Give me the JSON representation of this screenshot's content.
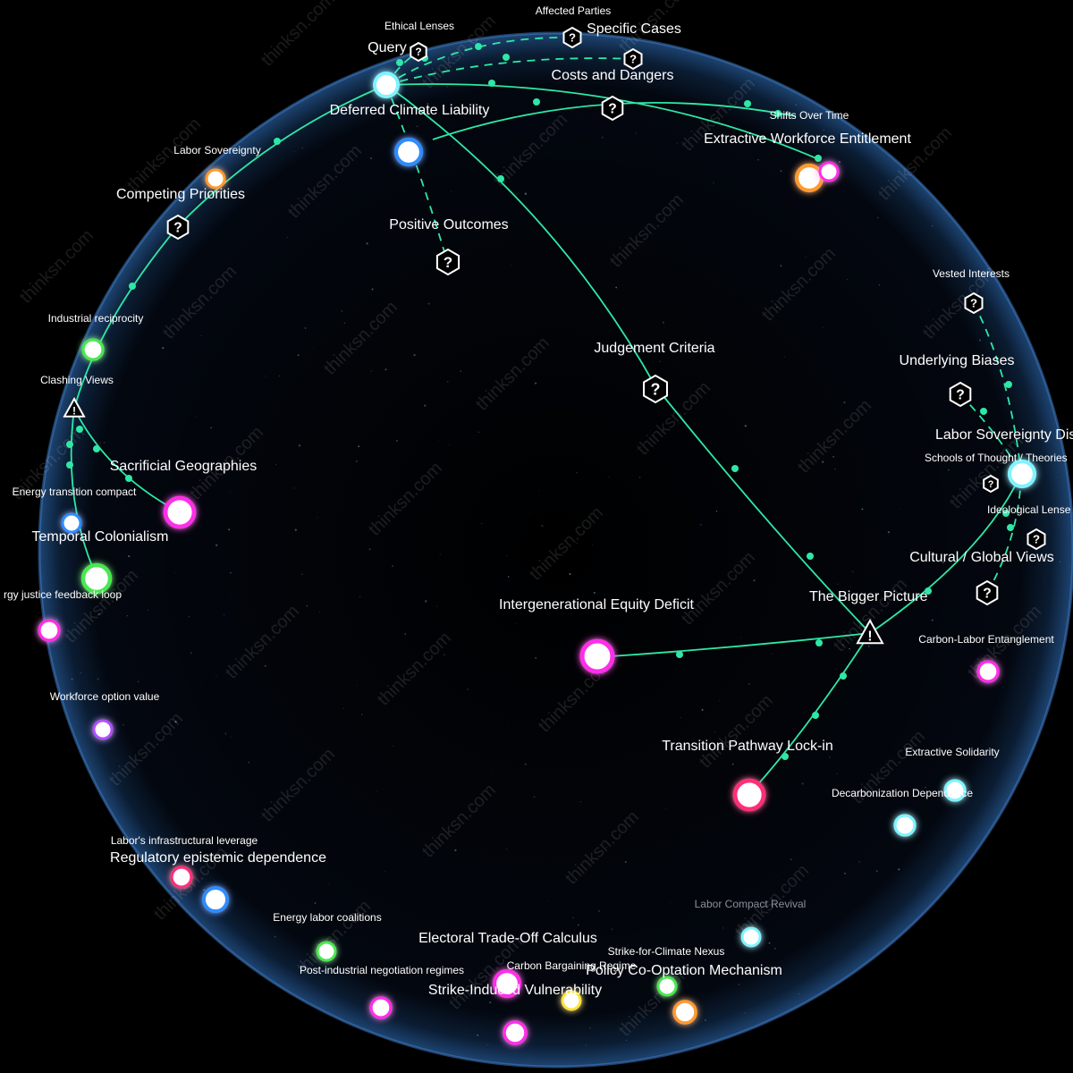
{
  "watermark": "thinksn.com",
  "colors": {
    "background": "#000000",
    "edge": "#2ee8a6",
    "sphere_rim": "#3f7cc4",
    "node_cyan": "#7ff3ff",
    "node_blue": "#2f8cff",
    "node_magenta": "#ff2fe8",
    "node_pink": "#ff2f7a",
    "node_orange": "#ff9a2f",
    "node_green": "#49e84f",
    "node_purple": "#b04fff",
    "node_yellow": "#ffe22f"
  },
  "labels": {
    "ethical_lenses": "Ethical Lenses",
    "affected_parties": "Affected Parties",
    "query": "Query",
    "specific_cases": "Specific Cases",
    "costs_and_dangers": "Costs and Dangers",
    "deferred_climate_liability": "Deferred Climate Liability",
    "shifts_over_time": "Shifts Over Time",
    "extractive_workforce_entitlement": "Extractive Workforce Entitlement",
    "labor_sovereignty": "Labor Sovereignty",
    "competing_priorities": "Competing Priorities",
    "positive_outcomes": "Positive Outcomes",
    "industrial_reciprocity": "Industrial reciprocity",
    "clashing_views": "Clashing Views",
    "sacrificial_geographies": "Sacrificial Geographies",
    "energy_transition_compact": "Energy transition compact",
    "temporal_colonialism": "Temporal Colonialism",
    "energy_justice_feedback_loop": "rgy justice feedback loop",
    "workforce_option_value": "Workforce option value",
    "judgement_criteria": "Judgement Criteria",
    "vested_interests": "Vested Interests",
    "underlying_biases": "Underlying Biases",
    "labor_sovereignty_disto": "Labor Sovereignty Disto",
    "schools_of_thought": "Schools of Thought / Theories",
    "ideological_lenses": "Ideological Lense",
    "cultural_global_views": "Cultural / Global Views",
    "the_bigger_picture": "The Bigger Picture",
    "intergenerational_equity_deficit": "Intergenerational Equity Deficit",
    "carbon_labor_entanglement": "Carbon-Labor Entanglement",
    "transition_pathway_lock_in": "Transition Pathway Lock-in",
    "extractive_solidarity": "Extractive Solidarity",
    "decarbonization_dependence": "Decarbonization Dependence",
    "labors_infrastructural_leverage": "Labor's infrastructural leverage",
    "regulatory_epistemic_dependence": "Regulatory epistemic dependence",
    "energy_labor_coalitions": "Energy labor coalitions",
    "electoral_trade_off_calculus": "Electoral Trade-Off Calculus",
    "labor_compact_revival": "Labor Compact Revival",
    "strike_for_climate_nexus": "Strike-for-Climate Nexus",
    "post_industrial_negotiation_regimes": "Post-industrial negotiation regimes",
    "carbon_bargaining_regime": "Carbon Bargaining Regime",
    "policy_co_optation_mechanism": "Policy Co-Optation Mechanism",
    "strike_induced_vulnerability": "Strike-Induced Vulnerability"
  },
  "icons": {
    "question_marker": "question-hexagon-icon",
    "warning_marker": "warning-triangle-icon",
    "question_glyph": "?",
    "warning_glyph": "!"
  }
}
